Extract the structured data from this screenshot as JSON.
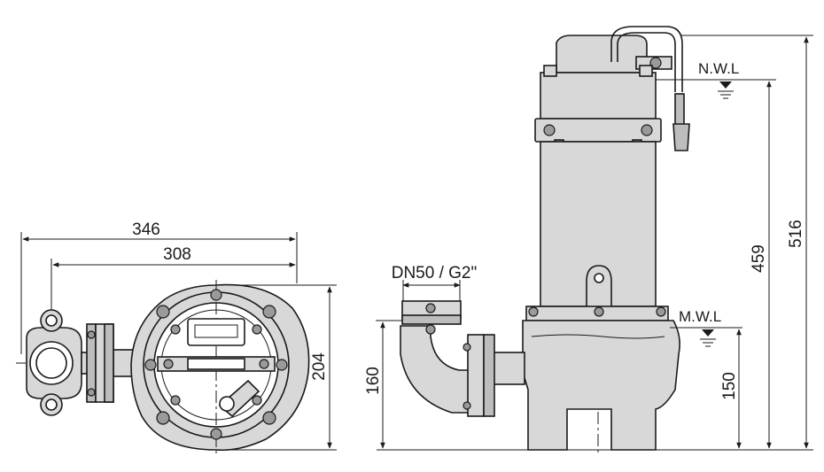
{
  "labels": {
    "dim_346": "346",
    "dim_308": "308",
    "dim_204": "204",
    "dim_outlet": "DN50 / G2\"",
    "dim_160": "160",
    "dim_150": "150",
    "dim_459": "459",
    "dim_516": "516",
    "nwl": "N.W.L",
    "mwl": "M.W.L"
  }
}
